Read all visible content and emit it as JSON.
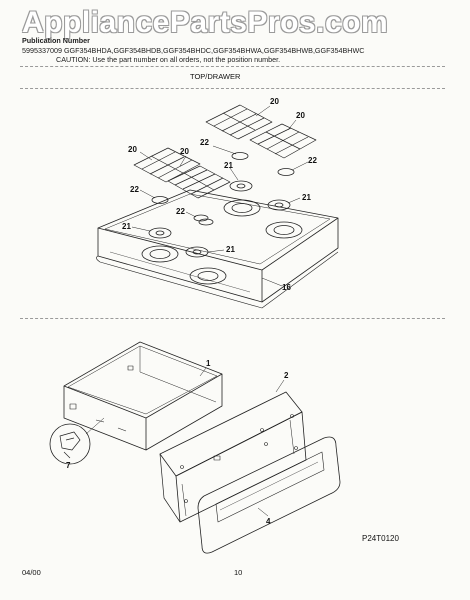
{
  "watermark": "AppliancePartsPros.com",
  "header": {
    "publication": "Publication Number",
    "models": "5995337009  GGF354BHDA,GGF354BHDB,GGF354BHDC,GGF354BHWA,GGF354BHWB,GGF354BHWC",
    "caution": "CAUTION:  Use the part number on all orders, not the position number."
  },
  "section_title": "TOP/DRAWER",
  "callouts": {
    "grate": "20",
    "burner_cap": "22",
    "burner_head": "21",
    "cooktop": "16",
    "drawer": "1",
    "drawer_front": "2",
    "drawer_handle": "4",
    "clip": "7"
  },
  "footer": {
    "date": "04/00",
    "page_number": "10",
    "figure_code": "P24T0120"
  }
}
